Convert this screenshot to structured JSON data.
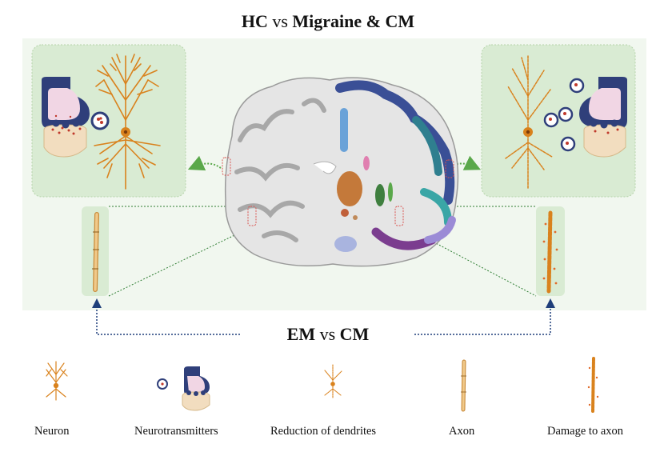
{
  "titles": {
    "top": {
      "left": "HC",
      "vs": "vs",
      "right": "Migraine & CM"
    },
    "middle": {
      "left": "EM",
      "vs": "vs",
      "right": "CM"
    }
  },
  "legend": [
    {
      "icon": "neuron-icon",
      "label": "Neuron"
    },
    {
      "icon": "neurotransmitters-icon",
      "label": "Neurotransmitters"
    },
    {
      "icon": "reduced-dendrites-icon",
      "label": "Reduction of dendrites"
    },
    {
      "icon": "axon-icon",
      "label": "Axon"
    },
    {
      "icon": "damaged-axon-icon",
      "label": "Damage to axon"
    }
  ],
  "colors": {
    "panel_bg": "#f1f7ef",
    "box_bg": "#d9ebd3",
    "neuron": "#d9821d",
    "synapse_blue": "#2f3f7a",
    "synapse_pink": "#f1d6e4",
    "arrow_green": "#5aa84a",
    "arrow_navy": "#1f3f7a"
  }
}
